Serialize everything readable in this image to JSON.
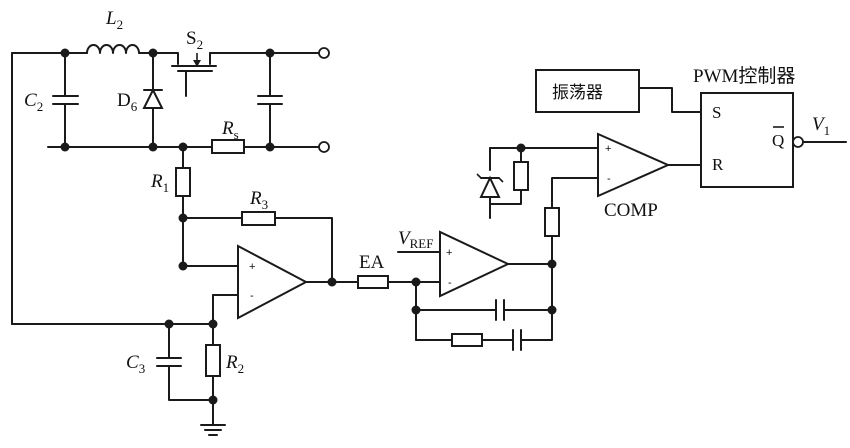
{
  "labels": {
    "L2": {
      "main": "L",
      "sub": "2"
    },
    "S2": {
      "main": "S",
      "sub": "2"
    },
    "C2": {
      "main": "C",
      "sub": "2"
    },
    "D6": {
      "main": "D",
      "sub": "6"
    },
    "Rs": {
      "main": "R",
      "sub": "s"
    },
    "R1": {
      "main": "R",
      "sub": "1"
    },
    "R3": {
      "main": "R",
      "sub": "3"
    },
    "R2": {
      "main": "R",
      "sub": "2"
    },
    "C3": {
      "main": "C",
      "sub": "3"
    },
    "EA": "EA",
    "VREF": {
      "main": "V",
      "sub": "REF"
    },
    "COMP": "COMP",
    "oscillator": "振荡器",
    "pwm_title": "PWM控制器",
    "pin_S": "S",
    "pin_R": "R",
    "pin_Q": "Q",
    "V1": {
      "main": "V",
      "sub": "1"
    }
  },
  "opamp_pins": {
    "plus": "+",
    "minus": "-"
  }
}
